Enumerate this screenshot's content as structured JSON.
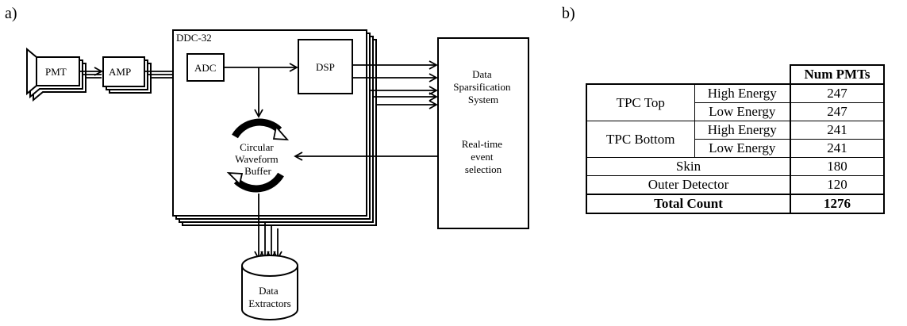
{
  "panels": {
    "a": "a)",
    "b": "b)"
  },
  "diagram": {
    "pmt": "PMT",
    "amp": "AMP",
    "ddc_title": "DDC-32",
    "adc": "ADC",
    "dsp": "DSP",
    "buffer_lines": [
      "Circular",
      "Waveform",
      "Buffer"
    ],
    "dss_lines": [
      "Data",
      "Sparsification",
      "System"
    ],
    "rtes_lines": [
      "Real-time",
      "event",
      "selection"
    ],
    "extractor_lines": [
      "Data",
      "Extractors"
    ]
  },
  "table": {
    "header": "Num PMTs",
    "rows": {
      "tpc_top": {
        "group": "TPC Top",
        "high": "High Energy",
        "high_count": "247",
        "low": "Low Energy",
        "low_count": "247"
      },
      "tpc_bottom": {
        "group": "TPC Bottom",
        "high": "High Energy",
        "high_count": "241",
        "low": "Low Energy",
        "low_count": "241"
      },
      "skin": {
        "label": "Skin",
        "count": "180"
      },
      "outer_detector": {
        "label": "Outer Detector",
        "count": "120"
      },
      "total": {
        "label": "Total Count",
        "count": "1276"
      }
    }
  }
}
